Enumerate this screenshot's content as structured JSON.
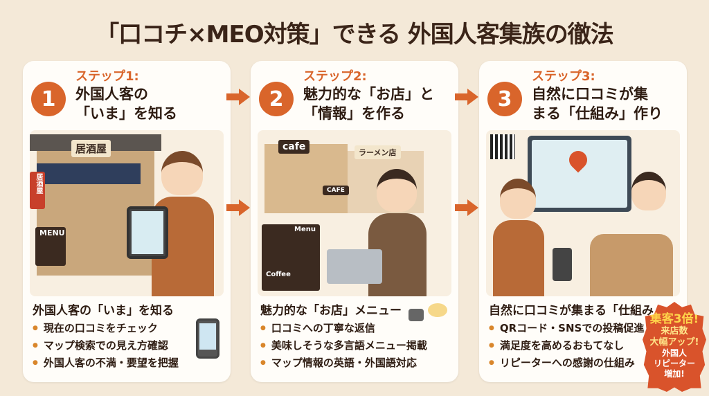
{
  "title": "「口コチ×MEO対策」できる 外国人客集族の徹法",
  "colors": {
    "accent": "#d9652b",
    "background": "#f4e9d8",
    "text": "#3a2418",
    "badge": "#d9532b"
  },
  "steps": [
    {
      "number": "1",
      "label": "ステップ1:",
      "heading": [
        "外国人客の",
        "「いま」を知る"
      ],
      "signs": [
        "居酒屋",
        "居酒屋",
        "MENU"
      ],
      "subtitle": "外国人客の「いま」を知る",
      "items": [
        "現在の口コミをチェック",
        "マップ検索での見え方確認",
        "外国人客の不満・要望を把握"
      ]
    },
    {
      "number": "2",
      "label": "ステップ2:",
      "heading": [
        "魅力的な「お店」と",
        "「情報」を作る"
      ],
      "signs": [
        "cafe",
        "ラーメン店",
        "CAFE",
        "Menu",
        "Coffee"
      ],
      "subtitle": "魅力的な「お店」メニュー",
      "items": [
        "口コミへの丁寧な返信",
        "美味しそうな多言語メニュー掲載",
        "マップ情報の英語・外国語対応"
      ]
    },
    {
      "number": "3",
      "label": "ステップ3:",
      "heading": [
        "自然に口コミが集",
        "まる「仕組み」作り"
      ],
      "subtitle": "自然に口コミが集まる「仕組み",
      "items": [
        "QRコード・SNSでの投稿促進",
        "満足度を高めるおもてなし",
        "リピーターへの感謝の仕組み"
      ]
    }
  ],
  "badge": {
    "line1": "集客3倍!",
    "line2": "来店数",
    "line3": "大幅アップ!",
    "line4": "外国人",
    "line5": "リピーター",
    "line6": "増加!"
  }
}
